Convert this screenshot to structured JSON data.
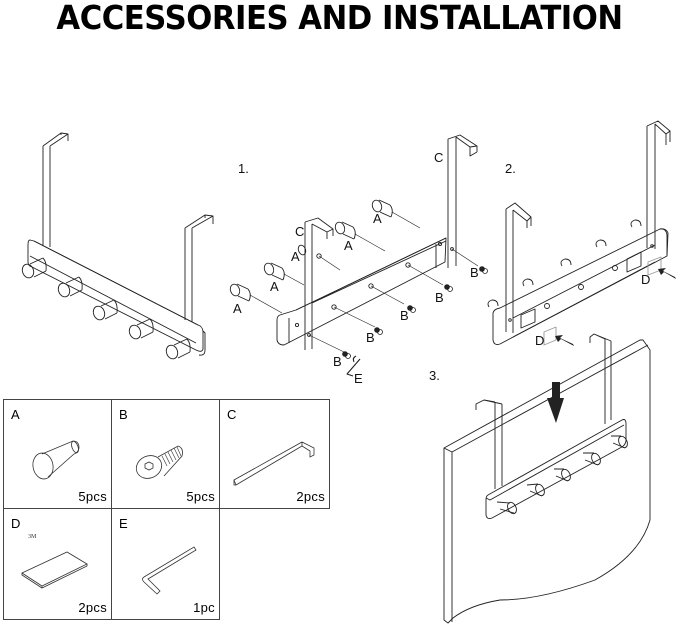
{
  "title": "ACCESSORIES AND INSTALLATION",
  "steps": [
    "1.",
    "2.",
    "3."
  ],
  "callouts": {
    "step1": {
      "hook_labels": [
        "A",
        "A",
        "A",
        "A",
        "A"
      ],
      "bracket_labels": [
        "C",
        "C"
      ],
      "screw_labels": [
        "B",
        "B",
        "B",
        "B",
        "B"
      ],
      "wrench_label": "E"
    },
    "step2": {
      "pad_labels": [
        "D",
        "D"
      ]
    }
  },
  "parts": [
    {
      "letter": "A",
      "quantity": "5pcs",
      "icon": "hook-peg-icon"
    },
    {
      "letter": "B",
      "quantity": "5pcs",
      "icon": "hex-screw-icon"
    },
    {
      "letter": "C",
      "quantity": "2pcs",
      "icon": "door-bracket-icon"
    },
    {
      "letter": "D",
      "sub": "3M",
      "quantity": "2pcs",
      "icon": "adhesive-pad-icon"
    },
    {
      "letter": "E",
      "quantity": "1pc",
      "icon": "allen-wrench-icon"
    }
  ],
  "colors": {
    "ink": "#222222",
    "background": "#ffffff",
    "border": "#444444"
  }
}
